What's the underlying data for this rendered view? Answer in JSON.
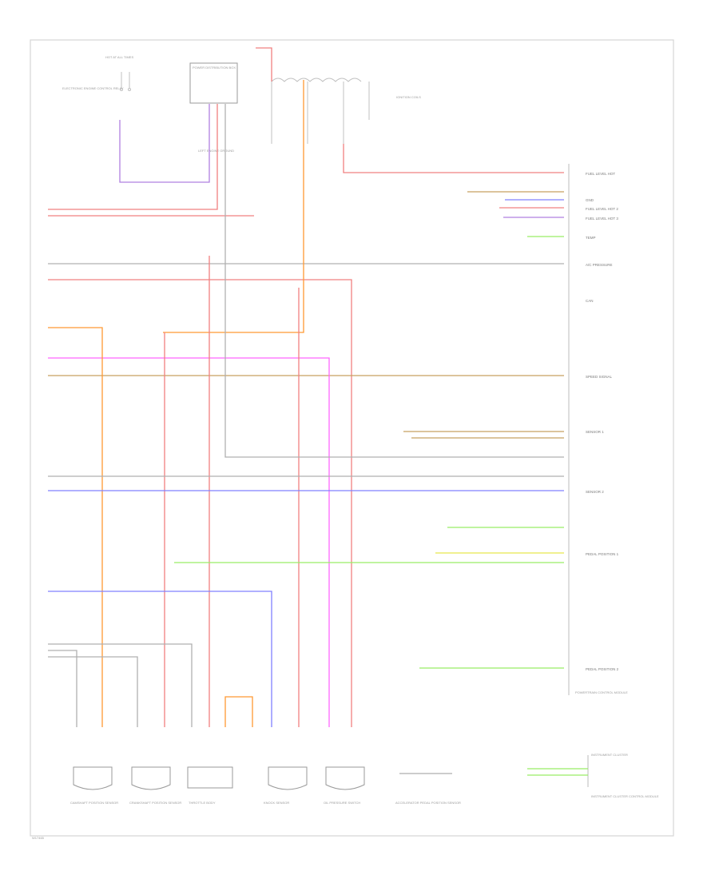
{
  "diagram": {
    "figure_code": "W17465",
    "module_caption": "POWERTRAIN CONTROL MODULE",
    "cluster_header": "INSTRUMENT CLUSTER",
    "cluster_caption": "INSTRUMENT CLUSTER CONTROL MODULE",
    "top_labels": {
      "fuse_label": "HOT AT ALL TIMES",
      "relay_label": "ELECTRONIC ENGINE CONTROL RELAY",
      "junction_label": "POWER DISTRIBUTION BOX",
      "ignition_label": "IGNITION COILS",
      "ground_label": "LEFT ENGINE GROUND"
    },
    "bottom_components": [
      "CAMSHAFT POSITION SENSOR",
      "CRANKSHAFT POSITION SENSOR",
      "THROTTLE BODY",
      "KNOCK SENSOR",
      "OIL PRESSURE SWITCH",
      "ACCELERATOR PEDAL POSITION SENSOR"
    ],
    "right_pin_labels": [
      "FUEL LEVEL HOT",
      "GND",
      "FUEL LEVEL HOT 2",
      "FUEL LEVEL HOT 3",
      "TEMP",
      "A/C PRESSURE",
      "CAN",
      "SPEED SIGNAL",
      "SENSOR 1",
      "SENSOR 2",
      "PEDAL POSITION 1",
      "PEDAL POSITION 2"
    ],
    "wire_colors": {
      "red": "#f08080",
      "pink": "#ff66ff",
      "orange": "#ff9933",
      "blue": "#8080ff",
      "green": "#99ee66",
      "yellow": "#e6e64d",
      "tan": "#c8a060",
      "gray": "#b0b0b0",
      "violet": "#b080e0"
    }
  }
}
